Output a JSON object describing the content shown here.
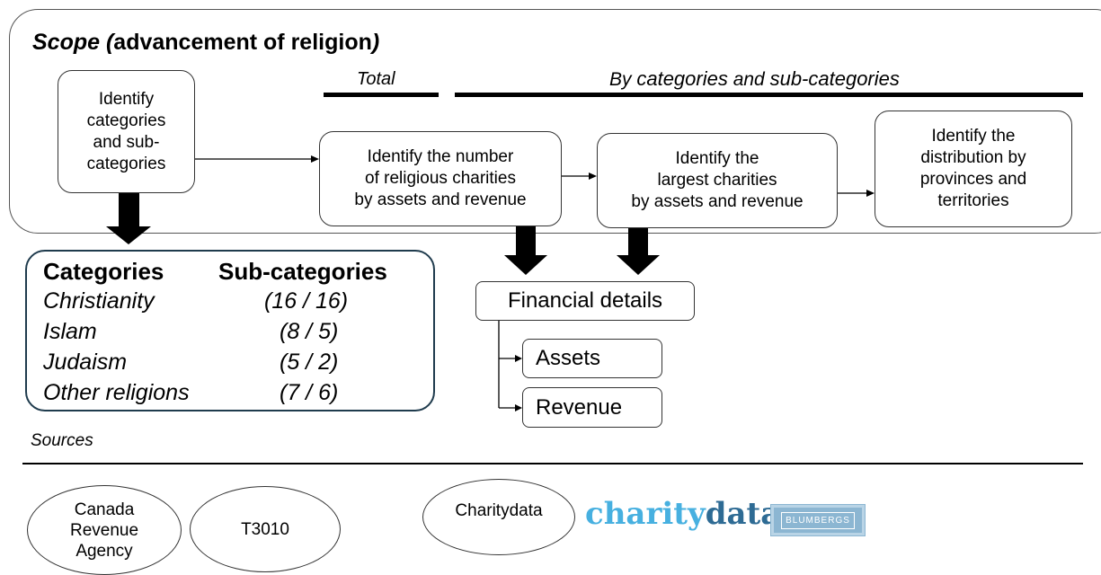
{
  "scope": {
    "title_italic": "Scope (",
    "title_bold": "advancement of religion",
    "title_close": ")"
  },
  "headers": {
    "total": "Total",
    "by_pre": "By ",
    "by_cat": "categories",
    "by_and": " and ",
    "by_sub": "sub-categories"
  },
  "steps": {
    "identify_categories": "Identify\ncategories\nand sub-\ncategories",
    "number": "Identify the number\nof religious charities\nby assets and revenue",
    "largest": "Identify the\nlargest charities\nby assets and revenue",
    "distribution": "Identify the\ndistribution by\nprovinces and\nterritories"
  },
  "categories": {
    "header_category": "Categories",
    "header_subcategory": "Sub-categories",
    "rows": [
      {
        "name": "Christianity",
        "count": "(16 / 16)"
      },
      {
        "name": "Islam",
        "count": "(8 / 5)"
      },
      {
        "name": "Judaism",
        "count": "(5 / 2)"
      },
      {
        "name": "Other religions",
        "count": "(7 / 6)"
      }
    ]
  },
  "financial": {
    "title": "Financial details",
    "assets": "Assets",
    "revenue": "Revenue"
  },
  "sources": {
    "label": "Sources",
    "cra": "Canada\nRevenue\nAgency",
    "t3010": "T3010",
    "charitydata": "Charitydata",
    "logo_part1": "charity",
    "logo_part2": "data",
    "blumbergs": "BLUMBERGS"
  },
  "colors": {
    "category_border": "#1f3b4d",
    "logo_light": "#47b0e0",
    "logo_dark": "#2e6b94",
    "blumbergs_bg": "#8cb6d2"
  }
}
